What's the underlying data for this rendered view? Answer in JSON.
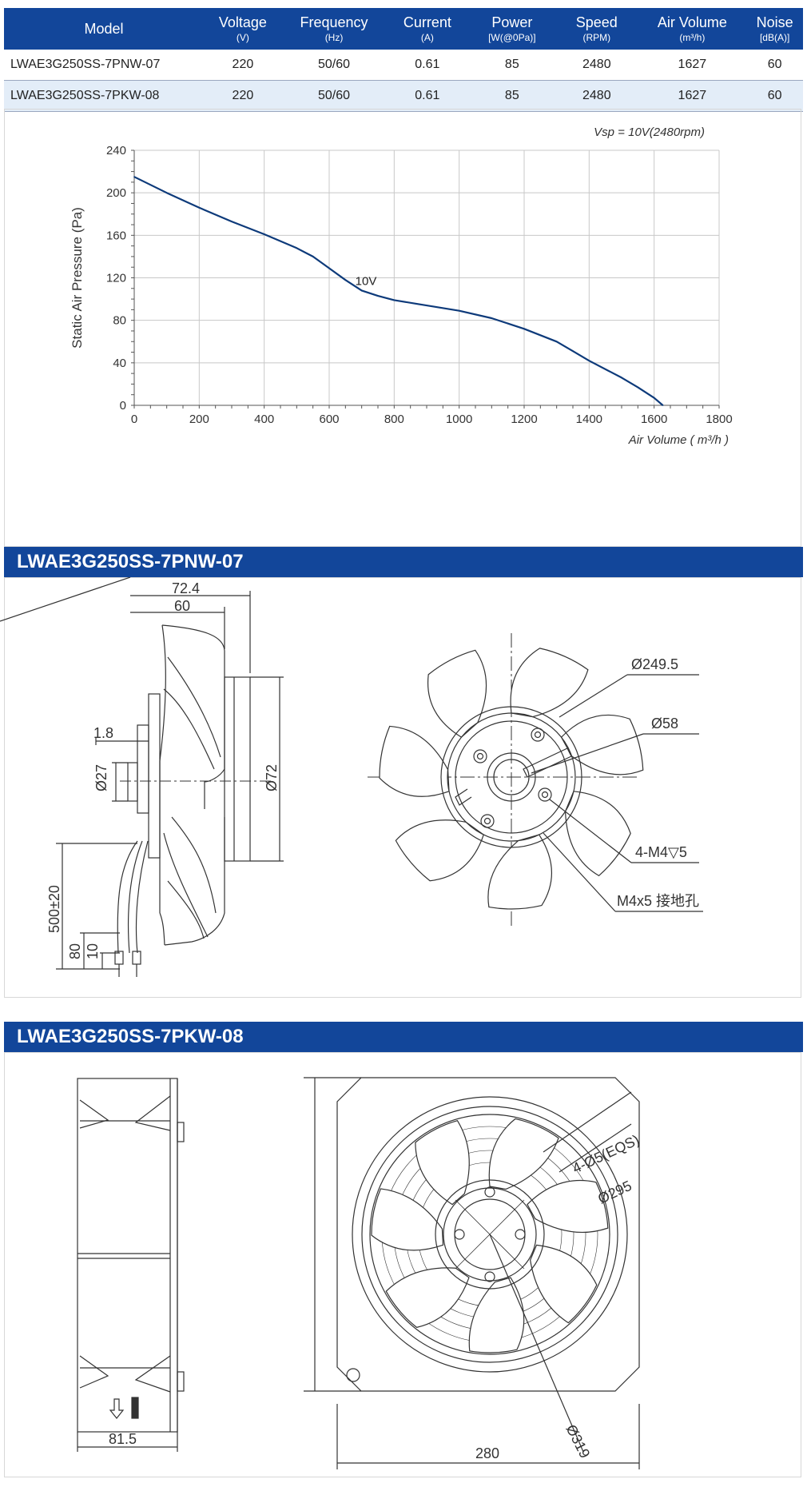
{
  "spec_table": {
    "headers": [
      {
        "label": "Model",
        "unit": ""
      },
      {
        "label": "Voltage",
        "unit": "(V)"
      },
      {
        "label": "Frequency",
        "unit": "(Hz)"
      },
      {
        "label": "Current",
        "unit": "(A)"
      },
      {
        "label": "Power",
        "unit": "[W(@0Pa)]"
      },
      {
        "label": "Speed",
        "unit": "(RPM)"
      },
      {
        "label": "Air Volume",
        "unit": "(m³/h)"
      },
      {
        "label": "Noise",
        "unit": "[dB(A)]"
      }
    ],
    "rows": [
      [
        "LWAE3G250SS-7PNW-07",
        "220",
        "50/60",
        "0.61",
        "85",
        "2480",
        "1627",
        "60"
      ],
      [
        "LWAE3G250SS-7PKW-08",
        "220",
        "50/60",
        "0.61",
        "85",
        "2480",
        "1627",
        "60"
      ]
    ]
  },
  "chart_data": {
    "type": "line",
    "ylabel": "Static Air Pressure  (Pa)",
    "xlabel": "Air Volume ( m³/h )",
    "annotation": "Vsp = 10V(2480rpm)",
    "xlim": [
      0,
      1800
    ],
    "ylim": [
      0,
      240
    ],
    "x_ticks": [
      0,
      200,
      400,
      600,
      800,
      1000,
      1200,
      1400,
      1600,
      1800
    ],
    "y_ticks": [
      0,
      40,
      80,
      120,
      160,
      200,
      240
    ],
    "grid": true,
    "series": [
      {
        "name": "10V",
        "color": "#0d3a7a",
        "x": [
          0,
          100,
          200,
          300,
          400,
          500,
          550,
          600,
          650,
          700,
          750,
          800,
          900,
          1000,
          1100,
          1200,
          1300,
          1350,
          1400,
          1500,
          1550,
          1600,
          1627
        ],
        "y": [
          215,
          200,
          186,
          173,
          161,
          148,
          140,
          129,
          118,
          108,
          103,
          99,
          94,
          89,
          82,
          72,
          60,
          51,
          42,
          26,
          17,
          7,
          0
        ]
      }
    ]
  },
  "section1": {
    "title": "LWAE3G250SS-7PNW-07",
    "dims": {
      "d1": "72.4",
      "d2": "60",
      "d3": "1.8",
      "d4": "Ø27",
      "d5": "Ø72",
      "d6": "500±20",
      "d7": "80",
      "d8": "10",
      "f1": "Ø249.5",
      "f2": "Ø58",
      "f3": "4-M4▽5",
      "f4": "M4x5 接地孔"
    }
  },
  "section2": {
    "title": "LWAE3G250SS-7PKW-08",
    "dims": {
      "s1": "81.5",
      "s2": "280",
      "s3": "280",
      "s4": "4-Ø5(EQS)",
      "s5": "Ø295",
      "s6": "Ø319"
    }
  },
  "colors": {
    "brand_blue": "#12469a",
    "row_alt": "#e3edf8",
    "curve": "#0d3a7a"
  }
}
